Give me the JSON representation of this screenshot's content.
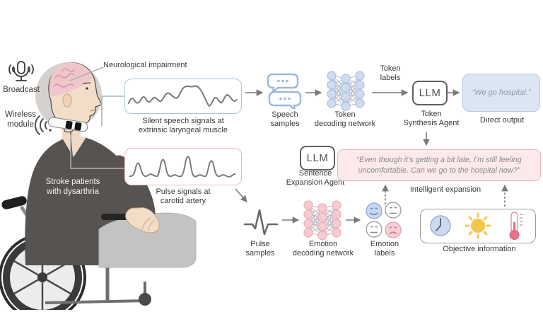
{
  "figure": {
    "patient": {
      "broadcast_label": "Broadcast",
      "wireless_label": "Wireless\nmodule",
      "caption": "Stroke patients\nwith dysarthria",
      "impairment_label": "Neurological impairment"
    },
    "signals": {
      "silent_speech_label": "Silent speech signals at\nextrinsic laryngeal muscle",
      "pulse_label": "Pulse signals at\ncarotid artery"
    },
    "speech_path": {
      "speech_samples_label": "Speech\nsamples",
      "token_network_label": "Token\ndecoding network",
      "token_labels_text": "Token\nlabels",
      "llm_text": "LLM",
      "token_agent_label": "Token\nSynthesis Agent",
      "direct_output_text": "“We go hospital.”",
      "direct_output_label": "Direct output"
    },
    "emotion_path": {
      "pulse_samples_label": "Pulse\nsamples",
      "emotion_network_label": "Emotion\ndecoding network",
      "emotion_labels_label": "Emotion\nlabels",
      "objective_label": "Objective information"
    },
    "expansion": {
      "llm_text": "LLM",
      "agent_label": "Sentence\nExpansion Agent",
      "expanded_text": "“Even though it’s getting a bit late, I’m still feeling\nuncomfortable. Can we go to the hospital now?”",
      "intelligent_expansion_label": "Intelligent expansion"
    },
    "icons": {
      "broadcast": "broadcast-microphone-icon",
      "wireless": "wifi-waves-icon",
      "speech_samples": "speech-bubbles-icon",
      "token_network": "neural-network-icon",
      "pulse_samples": "ecg-pulse-icon",
      "emotion_network": "neural-network-icon",
      "emotion_labels": "emoji-faces-icon",
      "objective_information": [
        "clock-icon",
        "sun-icon",
        "thermometer-icon"
      ]
    },
    "colors": {
      "blue_accent": "#a9c6e0",
      "pink_accent": "#f0b4ba",
      "quote_box_bg": "#fbe9eb",
      "direct_output_bg": "#dce6f2",
      "arrow": "#7a7a7a",
      "waveform": "#787878",
      "sun_yellow": "#f4c64a",
      "thermometer_pink": "#e8718a",
      "clock_blue": "#ccdaf0",
      "nn": {
        "blue": {
          "fill": "#cfdcf0",
          "stroke": "#a9bfe2"
        },
        "pink": {
          "fill": "#f6ccd3",
          "stroke": "#eeaab5"
        }
      }
    }
  }
}
